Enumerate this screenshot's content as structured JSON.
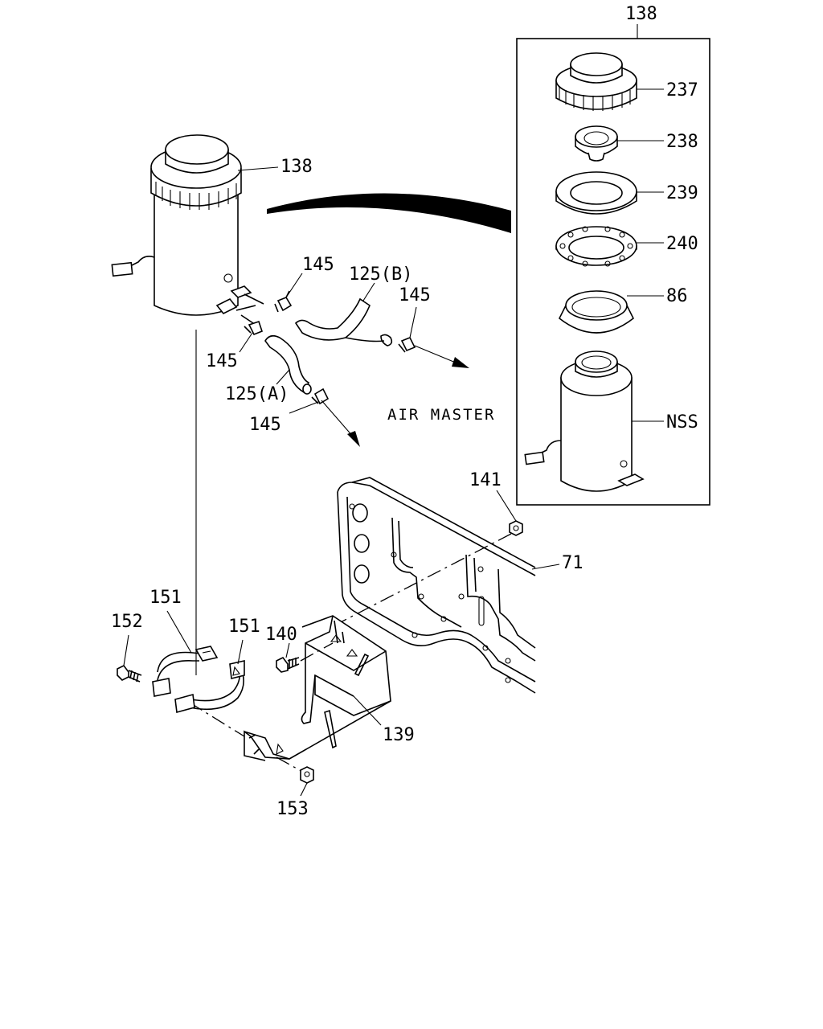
{
  "diagram": {
    "inset_label": "138",
    "caption": "AIR MASTER",
    "callouts": {
      "c237": "237",
      "c238": "238",
      "c239": "239",
      "c240": "240",
      "c86": "86",
      "cNSS": "NSS",
      "c138": "138",
      "c145a": "145",
      "c145b": "145",
      "c145c": "145",
      "c145d": "145",
      "c125b": "125(B)",
      "c125a": "125(A)",
      "c141": "141",
      "c71": "71",
      "c151a": "151",
      "c151b": "151",
      "c152": "152",
      "c140": "140",
      "c139": "139",
      "c153": "153"
    }
  }
}
